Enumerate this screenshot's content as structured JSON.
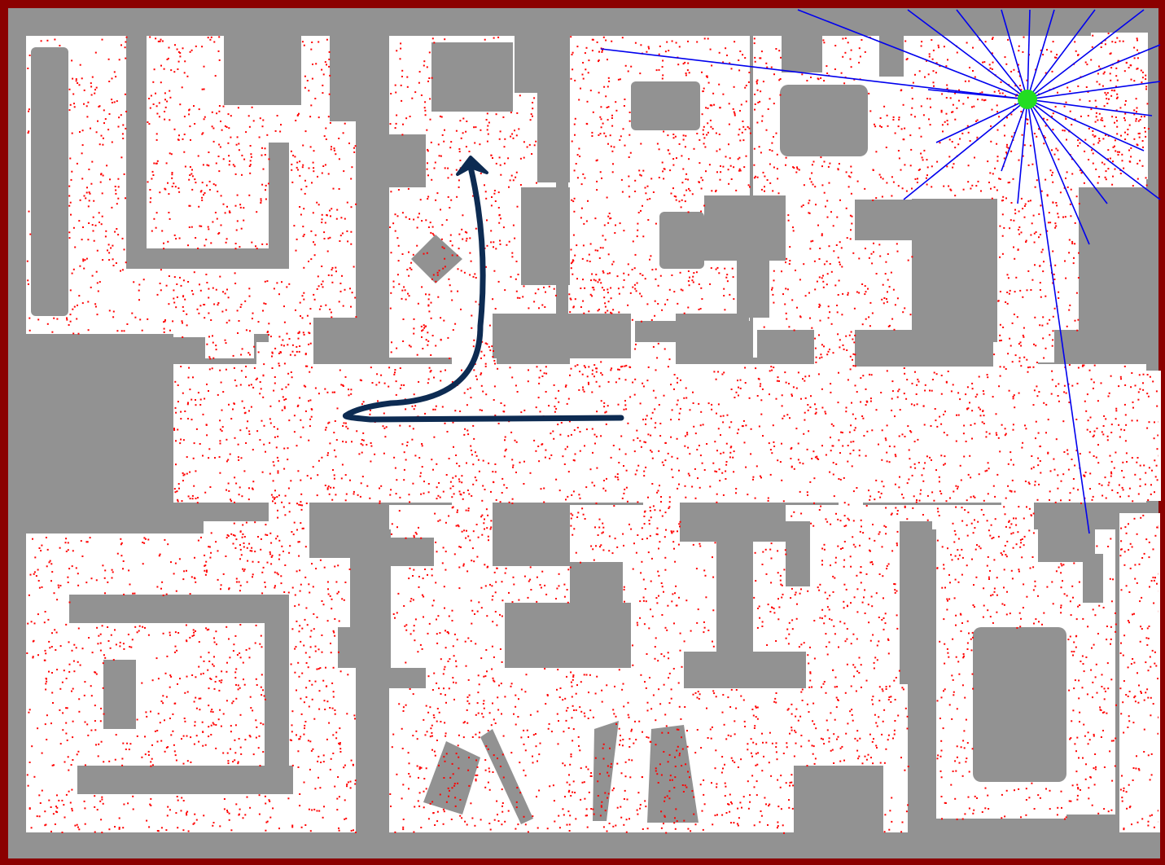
{
  "map": {
    "colors": {
      "frame": "#8b0000",
      "wall": "#929292",
      "free": "#ffffff",
      "particles": "#ff0000",
      "robot": "#22dd22",
      "rays": "#0000ee",
      "path": "#0d2b52"
    },
    "robot": {
      "label": "robot-pose"
    },
    "path": {
      "label": "planned-path",
      "direction": "left then up"
    },
    "particles": {
      "count": 9000,
      "seed": 7
    },
    "icons": [
      "robot-icon",
      "arrow-head-icon"
    ]
  }
}
